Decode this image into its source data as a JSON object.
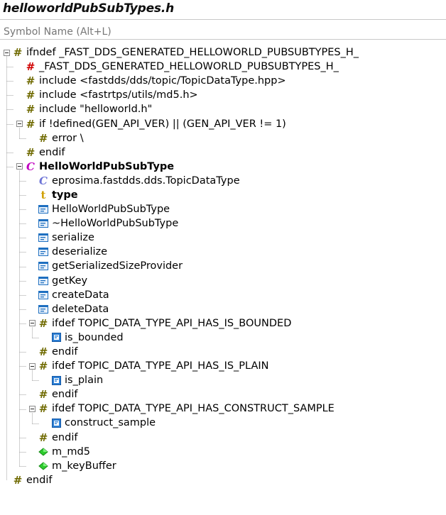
{
  "window": {
    "title": "helloworldPubSubTypes.h"
  },
  "search": {
    "placeholder": "Symbol Name (Alt+L)"
  },
  "tree": [
    {
      "id": "r0",
      "level": 0,
      "expander": true,
      "icon": "macro-icon",
      "label": "ifndef _FAST_DDS_GENERATED_HELLOWORLD_PUBSUBTYPES_H_"
    },
    {
      "id": "r1",
      "level": 1,
      "expander": false,
      "icon": "define-icon",
      "label": "_FAST_DDS_GENERATED_HELLOWORLD_PUBSUBTYPES_H_"
    },
    {
      "id": "r2",
      "level": 1,
      "expander": false,
      "icon": "macro-icon",
      "label": "include <fastdds/dds/topic/TopicDataType.hpp>"
    },
    {
      "id": "r3",
      "level": 1,
      "expander": false,
      "icon": "macro-icon",
      "label": "include <fastrtps/utils/md5.h>"
    },
    {
      "id": "r4",
      "level": 1,
      "expander": false,
      "icon": "macro-icon",
      "label": "include \"helloworld.h\""
    },
    {
      "id": "r5",
      "level": 1,
      "expander": true,
      "icon": "macro-icon",
      "label": "if !defined(GEN_API_VER) || (GEN_API_VER != 1)"
    },
    {
      "id": "r6",
      "level": 2,
      "expander": false,
      "icon": "macro-icon",
      "label": "error \\"
    },
    {
      "id": "r7",
      "level": 1,
      "expander": false,
      "icon": "macro-icon",
      "label": "endif"
    },
    {
      "id": "r8",
      "level": 1,
      "expander": true,
      "icon": "class-icon",
      "label": "HelloWorldPubSubType",
      "bold": true
    },
    {
      "id": "r9",
      "level": 2,
      "expander": false,
      "icon": "base-class-icon",
      "label": "eprosima.fastdds.dds.TopicDataType"
    },
    {
      "id": "r10",
      "level": 2,
      "expander": false,
      "icon": "typedef-icon",
      "label": "type",
      "bold": true
    },
    {
      "id": "r11",
      "level": 2,
      "expander": false,
      "icon": "method-icon",
      "label": "HelloWorldPubSubType"
    },
    {
      "id": "r12",
      "level": 2,
      "expander": false,
      "icon": "method-icon",
      "label": "~HelloWorldPubSubType"
    },
    {
      "id": "r13",
      "level": 2,
      "expander": false,
      "icon": "method-icon",
      "label": "serialize"
    },
    {
      "id": "r14",
      "level": 2,
      "expander": false,
      "icon": "method-icon",
      "label": "deserialize"
    },
    {
      "id": "r15",
      "level": 2,
      "expander": false,
      "icon": "method-icon",
      "label": "getSerializedSizeProvider"
    },
    {
      "id": "r16",
      "level": 2,
      "expander": false,
      "icon": "method-icon",
      "label": "getKey"
    },
    {
      "id": "r17",
      "level": 2,
      "expander": false,
      "icon": "method-icon",
      "label": "createData"
    },
    {
      "id": "r18",
      "level": 2,
      "expander": false,
      "icon": "method-icon",
      "label": "deleteData"
    },
    {
      "id": "r19",
      "level": 2,
      "expander": true,
      "icon": "macro-icon",
      "label": "ifdef TOPIC_DATA_TYPE_API_HAS_IS_BOUNDED"
    },
    {
      "id": "r20",
      "level": 3,
      "expander": false,
      "icon": "inline-method-icon",
      "label": "is_bounded"
    },
    {
      "id": "r21",
      "level": 2,
      "expander": false,
      "icon": "macro-icon",
      "label": "endif"
    },
    {
      "id": "r22",
      "level": 2,
      "expander": true,
      "icon": "macro-icon",
      "label": "ifdef TOPIC_DATA_TYPE_API_HAS_IS_PLAIN"
    },
    {
      "id": "r23",
      "level": 3,
      "expander": false,
      "icon": "inline-method-icon",
      "label": "is_plain"
    },
    {
      "id": "r24",
      "level": 2,
      "expander": false,
      "icon": "macro-icon",
      "label": "endif"
    },
    {
      "id": "r25",
      "level": 2,
      "expander": true,
      "icon": "macro-icon",
      "label": "ifdef TOPIC_DATA_TYPE_API_HAS_CONSTRUCT_SAMPLE"
    },
    {
      "id": "r26",
      "level": 3,
      "expander": false,
      "icon": "inline-method-icon",
      "label": "construct_sample"
    },
    {
      "id": "r27",
      "level": 2,
      "expander": false,
      "icon": "macro-icon",
      "label": "endif"
    },
    {
      "id": "r28",
      "level": 2,
      "expander": false,
      "icon": "member-icon",
      "label": "m_md5"
    },
    {
      "id": "r29",
      "level": 2,
      "expander": false,
      "icon": "member-icon",
      "label": "m_keyBuffer"
    },
    {
      "id": "r30",
      "level": 0,
      "expander": false,
      "icon": "macro-icon",
      "label": "endif"
    }
  ]
}
